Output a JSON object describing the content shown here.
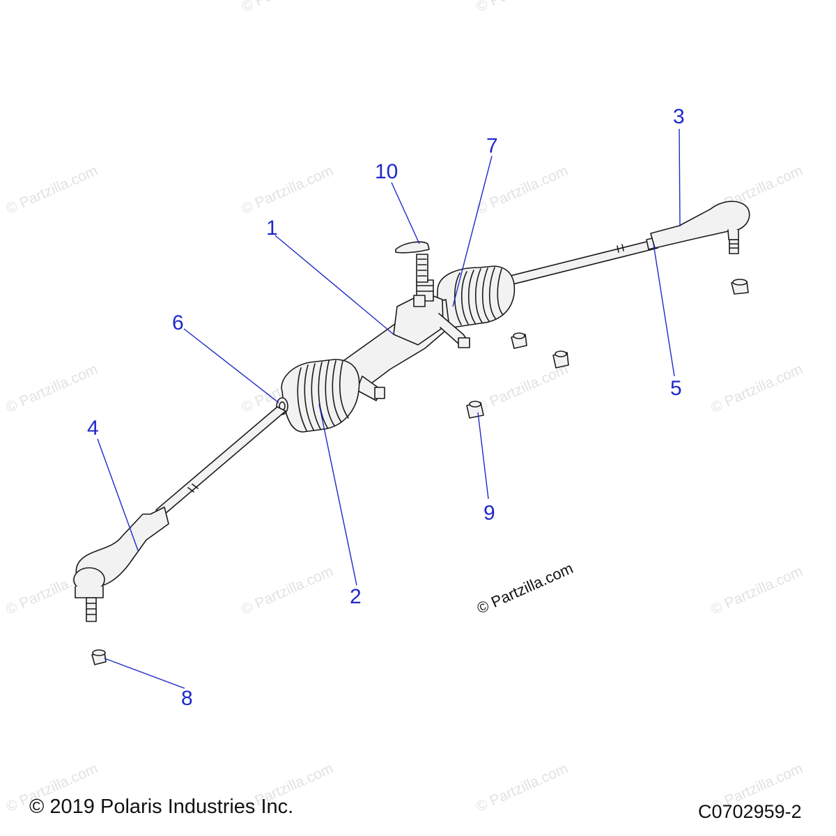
{
  "diagram": {
    "callouts": [
      {
        "id": "1",
        "label": "1"
      },
      {
        "id": "2",
        "label": "2"
      },
      {
        "id": "3",
        "label": "3"
      },
      {
        "id": "4",
        "label": "4"
      },
      {
        "id": "5",
        "label": "5"
      },
      {
        "id": "6",
        "label": "6"
      },
      {
        "id": "7",
        "label": "7"
      },
      {
        "id": "8",
        "label": "8"
      },
      {
        "id": "9",
        "label": "9"
      },
      {
        "id": "10",
        "label": "10"
      }
    ],
    "watermark": "© Partzilla.com",
    "copyright": "© 2019 Polaris Industries Inc.",
    "drawing_number": "C0702959-2"
  },
  "colors": {
    "callout": "#1e28c8",
    "part_stroke": "#1a1a1a",
    "part_fill": "#f2f2f2",
    "watermark": "#e2e2e2"
  }
}
